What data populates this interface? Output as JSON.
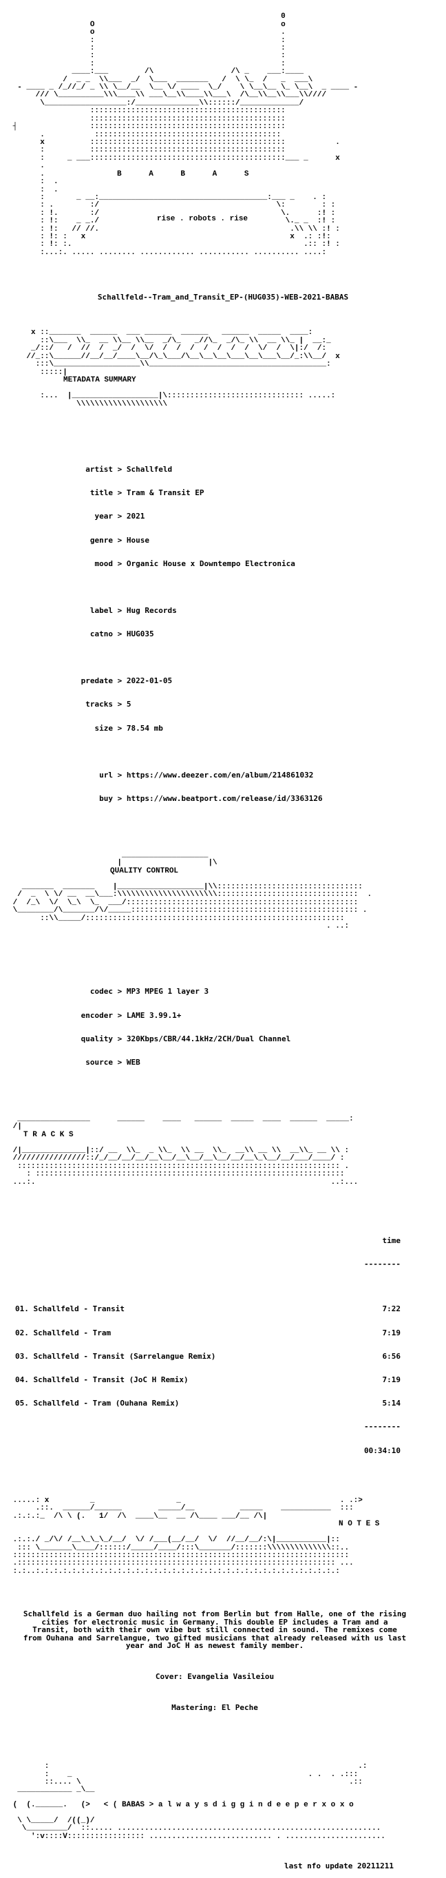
{
  "release_name": "Schallfeld--Tram_and_Transit_EP-(HUG035)-WEB-2021-BABAS",
  "logo_letters": "B      A      B      A      S",
  "logo_tagline": "rise . robots . rise",
  "metadata": {
    "heading": "METADATA SUMMARY",
    "rows": [
      {
        "key": "artist",
        "value": "Schallfeld"
      },
      {
        "key": "title",
        "value": "Tram & Transit EP"
      },
      {
        "key": "year",
        "value": "2021"
      },
      {
        "key": "genre",
        "value": "House"
      },
      {
        "key": "mood",
        "value": "Organic House x Downtempo Electronica"
      },
      {
        "key": "label",
        "value": "Hug Records"
      },
      {
        "key": "catno",
        "value": "HUG035"
      },
      {
        "key": "predate",
        "value": "2022-01-05"
      },
      {
        "key": "tracks",
        "value": "5"
      },
      {
        "key": "size",
        "value": "78.54 mb"
      },
      {
        "key": "url",
        "value": "https://www.deezer.com/en/album/214861032"
      },
      {
        "key": "buy",
        "value": "https://www.beatport.com/release/id/3363126"
      }
    ]
  },
  "quality": {
    "heading": "QUALITY CONTROL",
    "rows": [
      {
        "key": "codec",
        "value": "MP3 MPEG 1 layer 3"
      },
      {
        "key": "encoder",
        "value": "LAME 3.99.1+"
      },
      {
        "key": "quality",
        "value": "320Kbps/CBR/44.1kHz/2CH/Dual Channel"
      },
      {
        "key": "source",
        "value": "WEB"
      }
    ]
  },
  "tracks": {
    "heading": "T R A C K S",
    "time_header": "time",
    "items": [
      {
        "title": "01. Schallfeld - Transit",
        "time": "7:22"
      },
      {
        "title": "02. Schallfeld - Tram",
        "time": "7:19"
      },
      {
        "title": "03. Schallfeld - Transit (Sarrelangue Remix)",
        "time": "6:56"
      },
      {
        "title": "04. Schallfeld - Transit (JoC H Remix)",
        "time": "7:19"
      },
      {
        "title": "05. Schallfeld - Tram (Ouhana Remix)",
        "time": "5:14"
      }
    ],
    "total": "00:34:10"
  },
  "notes": {
    "heading": "N O T E S",
    "body": "Schallfeld is a German duo hailing not from Berlin but from Halle, one of the rising cities for electronic music in Germany. This double EP includes a Tram and a Transit, both with their own vibe but still connected in sound. The remixes come from Ouhana and Sarrelangue, two gifted musicians that already released with us last year and JoC H as newest family member.",
    "cover": "Cover: Evangelia Vasileiou",
    "mastering": "Mastering: El Peche"
  },
  "footer": {
    "motto": "< ( BABAS > a l w a y s d i g g i n d e e p e r x o x o",
    "update": "last nfo update 20211211"
  }
}
